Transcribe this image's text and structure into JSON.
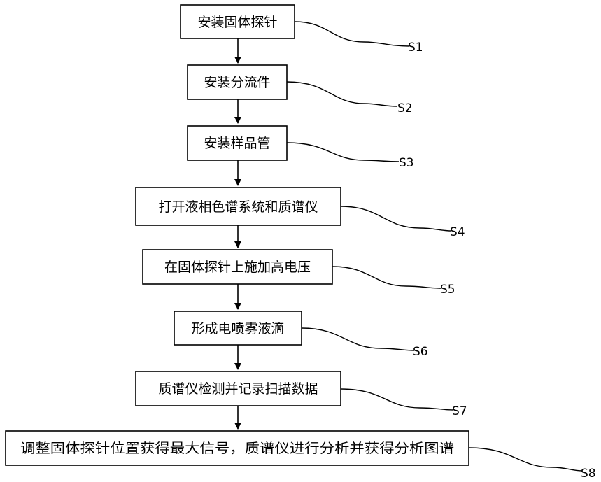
{
  "steps": [
    {
      "id": "S1",
      "text": "安装固体探针"
    },
    {
      "id": "S2",
      "text": "安装分流件"
    },
    {
      "id": "S3",
      "text": "安装样品管"
    },
    {
      "id": "S4",
      "text": "打开液相色谱系统和质谱仪"
    },
    {
      "id": "S5",
      "text": "在固体探针上施加高电压"
    },
    {
      "id": "S6",
      "text": "形成电喷雾液滴"
    },
    {
      "id": "S7",
      "text": "质谱仪检测并记录扫描数据"
    },
    {
      "id": "S8",
      "text": "调整固体探针位置获得最大信号，质谱仪进行分析并获得分析图谱"
    }
  ]
}
